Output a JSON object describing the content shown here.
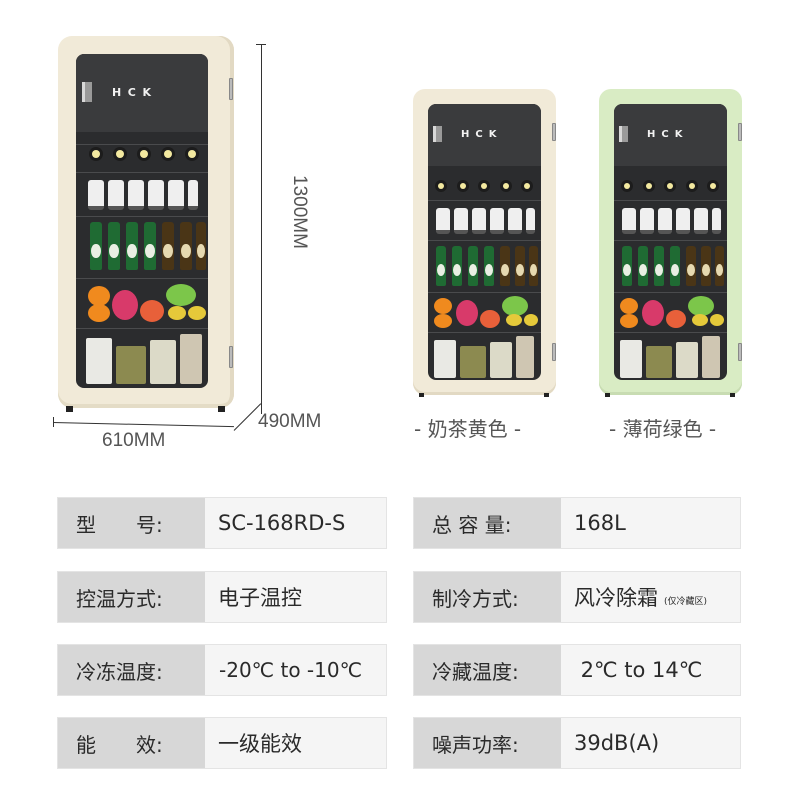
{
  "product": {
    "brand_logo": "HCK",
    "dimensions": {
      "height": "1300MM",
      "width": "610MM",
      "depth": "490MM"
    },
    "colors": [
      {
        "label": "- 奶茶黄色 -",
        "hex": "#f1ead8"
      },
      {
        "label": "- 薄荷绿色 -",
        "hex": "#d9ecc4"
      }
    ]
  },
  "specs": {
    "left": [
      {
        "key": "型　　号:",
        "value": "SC-168RD-S"
      },
      {
        "key": "控温方式:",
        "value": "电子温控"
      },
      {
        "key": "冷冻温度:",
        "value": "-20℃ to -10℃"
      },
      {
        "key": "能　　效:",
        "value": "一级能效"
      }
    ],
    "right": [
      {
        "key": "总 容 量:",
        "value": "168L",
        "note": ""
      },
      {
        "key": "制冷方式:",
        "value": "风冷除霜",
        "note": "(仅冷藏区)"
      },
      {
        "key": "冷藏温度:",
        "value": " 2℃ to 14℃",
        "note": ""
      },
      {
        "key": "噪声功率:",
        "value": "39dB(A)",
        "note": ""
      }
    ]
  }
}
